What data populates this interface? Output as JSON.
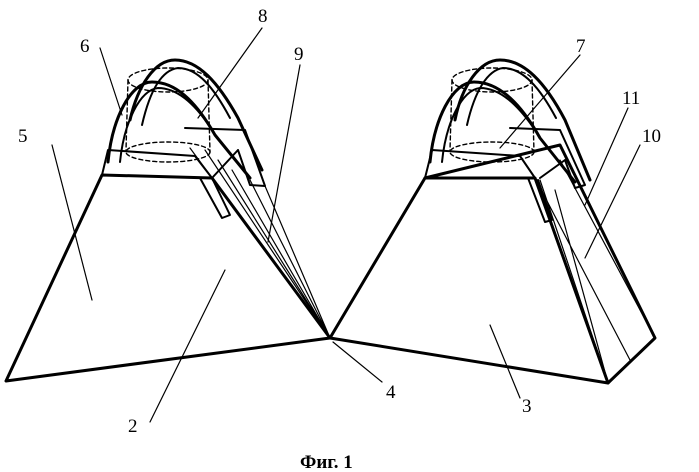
{
  "caption": "Фиг. 1",
  "labels": {
    "l2": "2",
    "l3": "3",
    "l4": "4",
    "l5": "5",
    "l6": "6",
    "l7": "7",
    "l8": "8",
    "l9": "9",
    "l10": "10",
    "l11": "11"
  }
}
